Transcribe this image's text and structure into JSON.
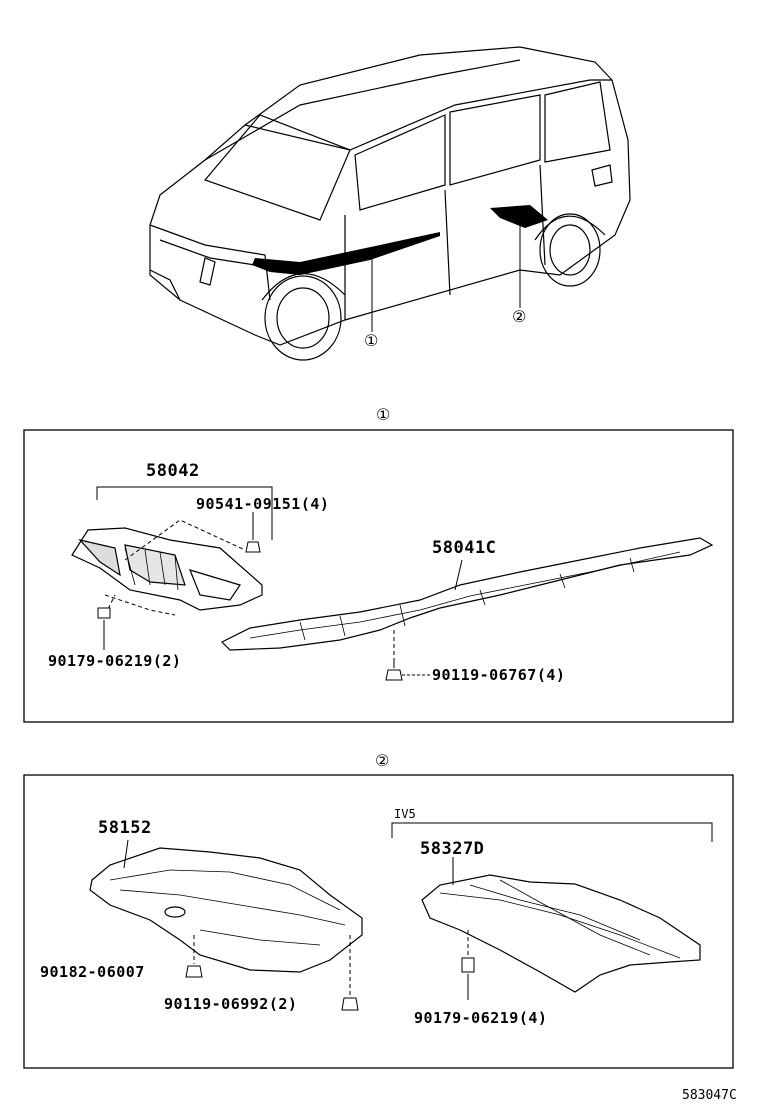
{
  "overview": {
    "callout_1": "①",
    "callout_2": "②"
  },
  "section_1": {
    "marker": "①",
    "parts": {
      "p58042": "58042",
      "p90541": "90541-09151(4)",
      "p58041c": "58041C",
      "p90179": "90179-06219(2)",
      "p90119": "90119-06767(4)"
    }
  },
  "section_2": {
    "marker": "②",
    "variant": "IV5",
    "parts": {
      "p58152": "58152",
      "p90182": "90182-06007",
      "p90119": "90119-06992(2)",
      "p58327d": "58327D",
      "p90179": "90179-06219(4)"
    }
  },
  "diagram_code": "583047C"
}
